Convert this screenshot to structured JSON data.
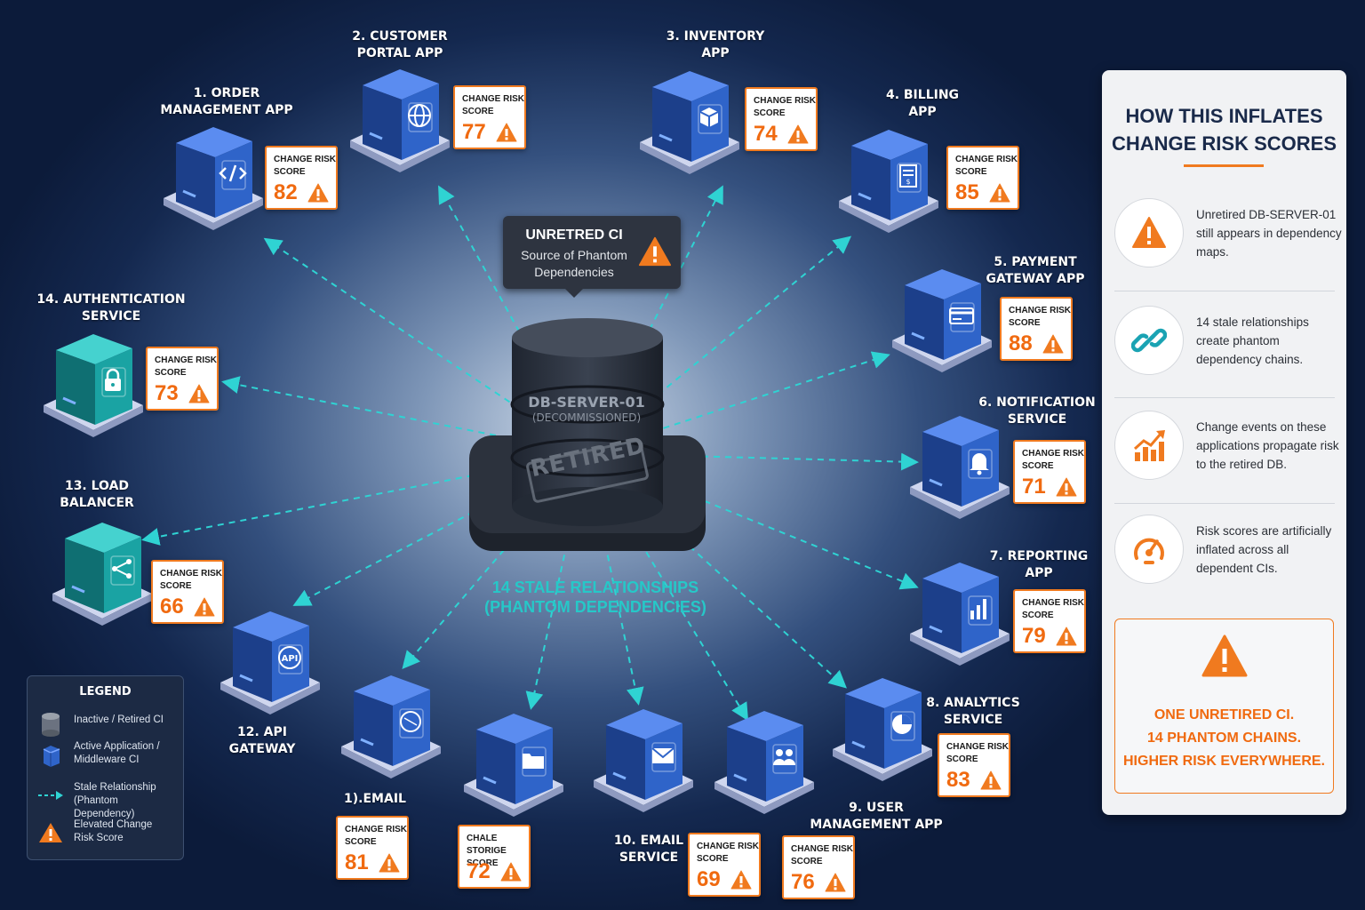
{
  "center": {
    "title": "DB-SERVER-01",
    "subtitle": "(DECOMMISSIONED)",
    "stamp": "RETIRED",
    "callout_title": "UNRETRED CI",
    "callout_text": "Source of Phantom\nDependencies",
    "relationships_label": "14 STALE RELATIONSHIPS\n(PHANTOM DEPENDENCIES)"
  },
  "nodes": [
    {
      "label": "1. ORDER\nMANAGEMENT APP",
      "score_label": "CHANGE RISK\nSCORE",
      "score": "82",
      "icon": "code-icon",
      "color": "blue"
    },
    {
      "label": "2. CUSTOMER\nPORTAL APP",
      "score_label": "CHANGE RISK\nSCORE",
      "score": "77",
      "icon": "globe-icon",
      "color": "blue"
    },
    {
      "label": "3. INVENTORY\nAPP",
      "score_label": "CHANGE RISK\nSCORE",
      "score": "74",
      "icon": "box-icon",
      "color": "blue"
    },
    {
      "label": "4. BILLING\nAPP",
      "score_label": "CHANGE RISK\nSCORE",
      "score": "85",
      "icon": "invoice-icon",
      "color": "blue"
    },
    {
      "label": "5. PAYMENT\nGATEWAY APP",
      "score_label": "CHANGE RISK\nSCORE",
      "score": "88",
      "icon": "credit-card-icon",
      "color": "blue"
    },
    {
      "label": "6. NOTIFICATION\nSERVICE",
      "score_label": "CHANGE RISK\nSCORE",
      "score": "71",
      "icon": "bell-icon",
      "color": "blue"
    },
    {
      "label": "7. REPORTING\nAPP",
      "score_label": "CHANGE RISK\nSCORE",
      "score": "79",
      "icon": "bar-chart-icon",
      "color": "blue"
    },
    {
      "label": "8. ANALYTICS\nSERVICE",
      "score_label": "CHANGE RISK\nSCORE",
      "score": "83",
      "icon": "pie-chart-icon",
      "color": "blue"
    },
    {
      "label": "9. USER\nMANAGEMENT APP",
      "score_label": "CHANGE RISK\nSCORE",
      "score": "76",
      "icon": "users-icon",
      "color": "blue"
    },
    {
      "label": "10. EMAIL\nSERVICE",
      "score_label": "CHANGE RISK\nSCORE",
      "score": "69",
      "icon": "envelope-icon",
      "color": "blue"
    },
    {
      "label": "",
      "score_label": "CHALE STORIGE\nSCORE",
      "score": "72",
      "icon": "folder-icon",
      "color": "blue"
    },
    {
      "label": "1).EMAIL",
      "score_label": "CHANGE RISK\nSCORE",
      "score": "81",
      "icon": "circle-icon",
      "color": "blue"
    },
    {
      "label": "12. API\nGATEWAY",
      "score_label": "",
      "score": "",
      "icon": "api-icon",
      "color": "blue"
    },
    {
      "label": "13. LOAD\nBALANCER",
      "score_label": "CHANGE RISK\nSCORE",
      "score": "66",
      "icon": "share-icon",
      "color": "teal"
    },
    {
      "label": "14. AUTHENTICATION\nSERVICE",
      "score_label": "CHANGE RISK\nSCORE",
      "score": "73",
      "icon": "lock-icon",
      "color": "teal"
    }
  ],
  "legend": {
    "title": "LEGEND",
    "items": [
      {
        "text": "Inactive / Retired CI",
        "icon": "db-icon"
      },
      {
        "text": "Active Application /\nMiddleware CI",
        "icon": "server-icon"
      },
      {
        "text": "Stale Relationship\n(Phantom Dependency)",
        "icon": "dashed-arrow-icon"
      },
      {
        "text": "Elevated Change\nRisk Score",
        "icon": "warning-icon"
      }
    ]
  },
  "panel": {
    "title": "HOW THIS INFLATES\nCHANGE RISK SCORES",
    "items": [
      {
        "text": "Unretired DB-SERVER-01 still appears in dependency maps.",
        "icon": "warning-icon"
      },
      {
        "text": "14 stale relationships create phantom dependency chains.",
        "icon": "link-icon"
      },
      {
        "text": "Change events on these applications propagate risk to the retired DB.",
        "icon": "trend-up-icon"
      },
      {
        "text": "Risk scores are artificially inflated across all dependent CIs.",
        "icon": "gauge-icon"
      }
    ],
    "summary": "ONE UNRETIRED CI.\n14 PHANTOM CHAINS.\nHIGHER RISK EVERYWHERE."
  },
  "colors": {
    "accent": "#f07a1f",
    "stale": "#2fd3d3",
    "node_blue": "#2f64c9",
    "node_teal": "#1aa3a3",
    "panel_title": "#1a2a4a"
  }
}
